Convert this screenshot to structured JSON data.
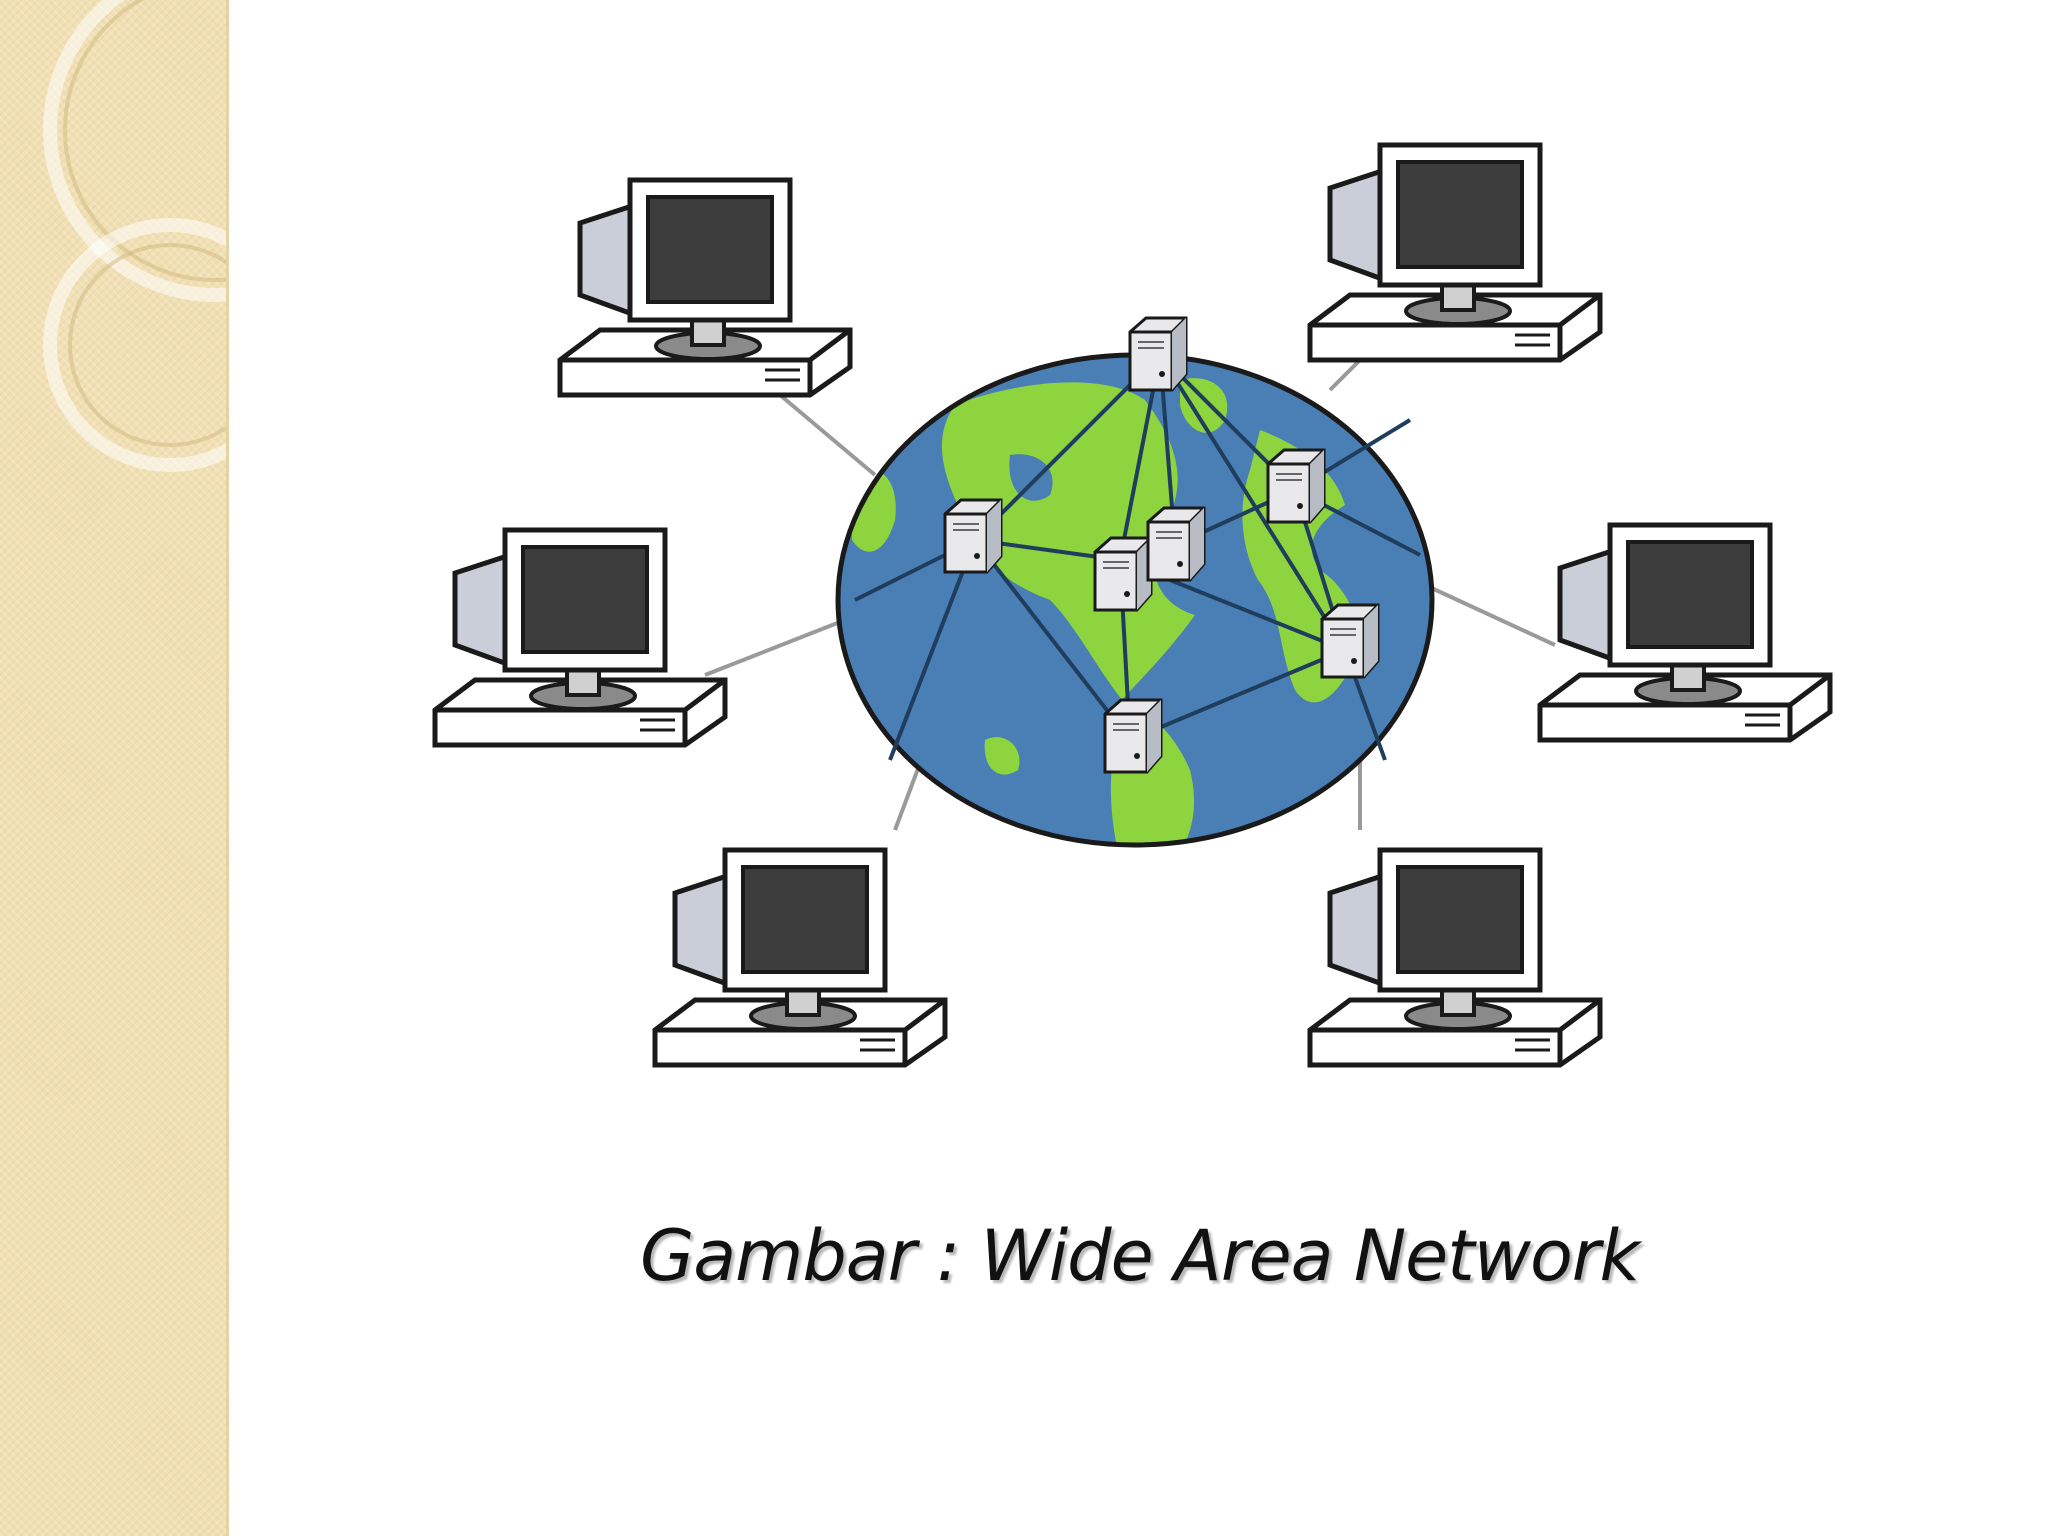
{
  "slide": {
    "caption": "Gambar : Wide Area Network",
    "colors": {
      "sidebar": "#f1e0b4",
      "ocean": "#4a7fb6",
      "land": "#8ed43f",
      "link_line": "#1f3d5c",
      "cable": "#9a9a9a",
      "screen": "#3c3c3c",
      "computer_body": "#ffffff",
      "outline": "#1a1a1a"
    }
  },
  "diagram": {
    "center": "globe",
    "server_count": 7,
    "computer_count": 6,
    "icons": {
      "globe": "globe-icon",
      "server": "server-icon",
      "computer": "desktop-computer-icon"
    }
  }
}
